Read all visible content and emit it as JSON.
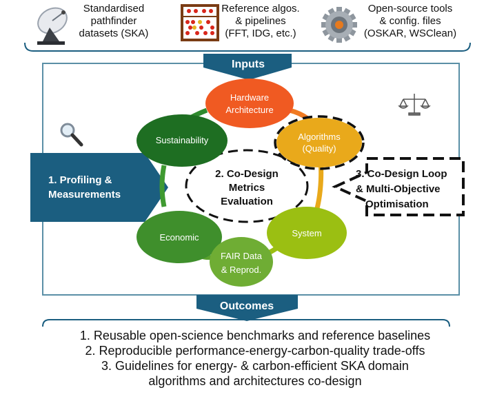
{
  "inputs_row": [
    {
      "icon": "satellite-dish-icon",
      "lines": [
        "Standardised",
        "pathfinder",
        "datasets (SKA)"
      ]
    },
    {
      "icon": "abacus-icon",
      "lines": [
        "Reference algos.",
        "& pipelines",
        "(FFT, IDG, etc.)"
      ]
    },
    {
      "icon": "gear-icon",
      "lines": [
        "Open-source tools",
        "& config. files",
        "(OSKAR, WSClean)"
      ]
    }
  ],
  "inputs_label": "Inputs",
  "outcomes_label": "Outcomes",
  "profiling": {
    "line1": "1. Profiling &",
    "line2": "Measurements"
  },
  "center": {
    "line1": "2. Co-Design",
    "line2": "Metrics",
    "line3": "Evaluation"
  },
  "loop": {
    "line1": "3. Co-Design Loop",
    "line2": "& Multi-Objective",
    "line3": "Optimisation"
  },
  "nodes": {
    "hardware": {
      "line1": "Hardware",
      "line2": "Architecture"
    },
    "algorithms": {
      "line1": "Algorithms",
      "line2": "(Quality)"
    },
    "system": {
      "line1": "System"
    },
    "fair": {
      "line1": "FAIR Data",
      "line2": "& Reprod."
    },
    "economic": {
      "line1": "Economic"
    },
    "sustainability": {
      "line1": "Sustainability"
    }
  },
  "outcomes": [
    "1. Reusable open-science benchmarks and reference baselines",
    "2. Reproducible performance-energy-carbon-quality trade-offs",
    "3. Guidelines for energy- & carbon-efficient SKA domain",
    "algorithms and architectures co-design"
  ],
  "colors": {
    "blue": "#1b5e80",
    "orange": "#f05a22",
    "yellow": "#e9a91b",
    "lime": "#9bbf12",
    "green": "#2f8a2e",
    "dark_green": "#1e6e22",
    "frame": "#5a8fa6"
  }
}
